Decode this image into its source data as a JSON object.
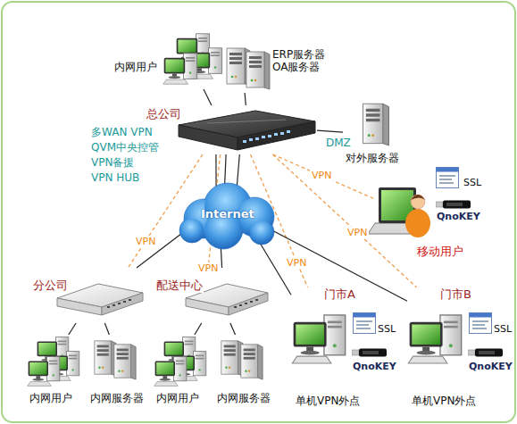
{
  "diagram": {
    "nodes": [
      {
        "text": [
          "内网用户"
        ]
      },
      {
        "text": [
          "ERP服务器 OA服务器"
        ]
      },
      {
        "text": [
          "总公司"
        ]
      },
      {
        "text": [
          "对外服务器"
        ]
      },
      {
        "text": [
          "Internet"
        ]
      },
      {
        "text": [
          "SSL",
          "QnoKEY",
          "移动用户"
        ]
      },
      {
        "text": [
          "分公司"
        ]
      },
      {
        "text": [
          "配送中心"
        ]
      },
      {
        "text": [
          "门市A",
          "SSL",
          "QnoKEY",
          "单机VPN外点"
        ]
      },
      {
        "text": [
          "门市B",
          "SSL",
          "QnoKEY",
          "单机VPN外点"
        ]
      },
      {
        "text": [
          "内网用户"
        ]
      },
      {
        "text": [
          "内网服务器"
        ]
      },
      {
        "text": [
          "内网用户"
        ]
      },
      {
        "text": [
          "内网服务器"
        ]
      }
    ],
    "edges": [
      {
        "from": 0,
        "to": 2,
        "arrow": "none"
      },
      {
        "from": 1,
        "to": 2,
        "arrow": "none"
      },
      {
        "from": 2,
        "to": 3,
        "label": "DMZ",
        "arrow": "none"
      },
      {
        "from": 2,
        "to": 4,
        "arrow": "none"
      },
      {
        "from": 2,
        "to": 4,
        "arrow": "none"
      },
      {
        "from": 2,
        "to": 4,
        "arrow": "none"
      },
      {
        "from": 2,
        "to": 6,
        "label": "VPN",
        "arrow": "none"
      },
      {
        "from": 2,
        "to": 7,
        "label": "VPN",
        "arrow": "none"
      },
      {
        "from": 2,
        "to": 5,
        "label": "VPN",
        "arrow": "none"
      },
      {
        "from": 2,
        "to": 8,
        "label": "VPN",
        "arrow": "none"
      },
      {
        "from": 2,
        "to": 9,
        "label": "VPN",
        "arrow": "none"
      },
      {
        "from": 4,
        "to": 6,
        "arrow": "none"
      },
      {
        "from": 4,
        "to": 7,
        "arrow": "none"
      },
      {
        "from": 4,
        "to": 8,
        "arrow": "none"
      },
      {
        "from": 4,
        "to": 9,
        "arrow": "none"
      },
      {
        "from": 6,
        "to": 10,
        "arrow": "none"
      },
      {
        "from": 6,
        "to": 11,
        "arrow": "none"
      },
      {
        "from": 7,
        "to": 12,
        "arrow": "none"
      },
      {
        "from": 7,
        "to": 13,
        "arrow": "none"
      }
    ],
    "labels": [
      "多WAN VPN",
      "QVM中央控管",
      "VPN备援",
      "VPN HUB"
    ]
  }
}
